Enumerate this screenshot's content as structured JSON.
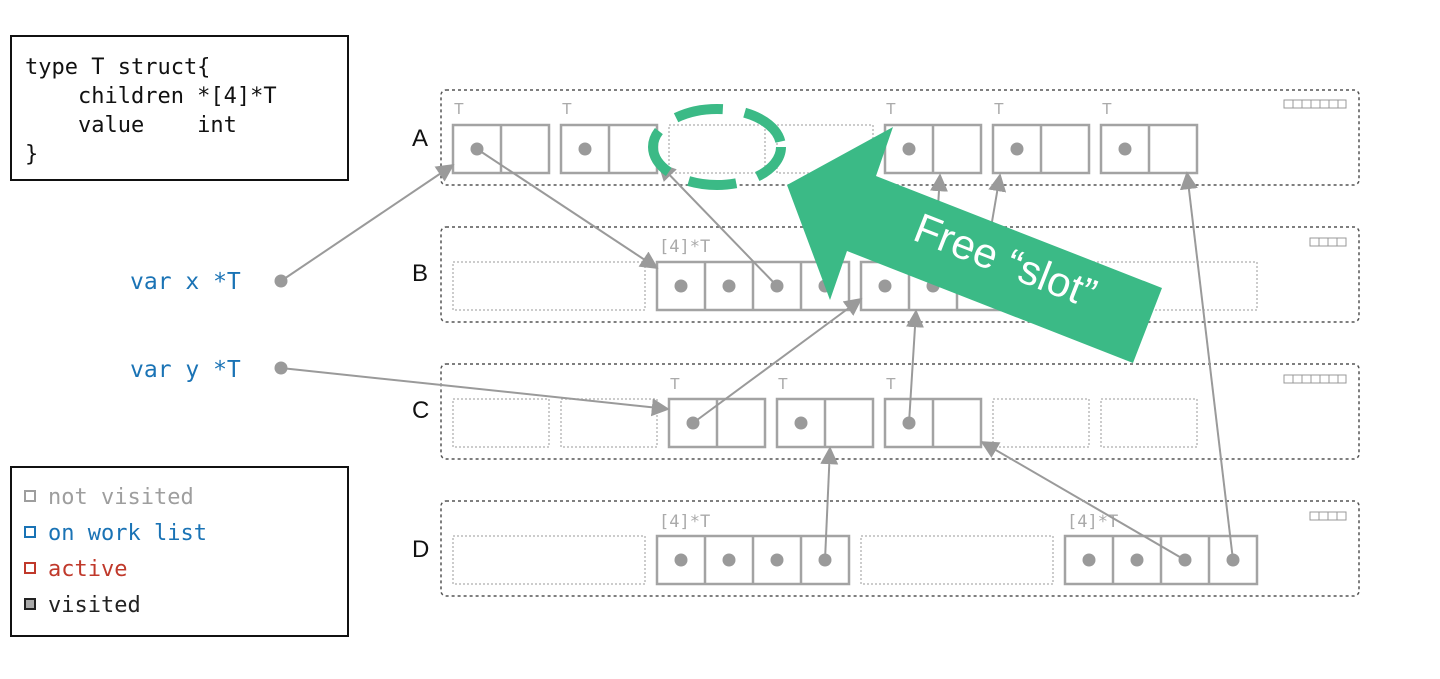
{
  "code": {
    "lines": [
      "type T struct{",
      "    children *[4]*T",
      "    value    int",
      "}"
    ]
  },
  "vars": [
    {
      "label": "var x *T"
    },
    {
      "label": "var y *T"
    }
  ],
  "spans": [
    {
      "label": "A",
      "type_labels": [
        "T",
        "T",
        "T",
        "T",
        "T"
      ]
    },
    {
      "label": "B",
      "type_labels": [
        "[4]*T"
      ]
    },
    {
      "label": "C",
      "type_labels": [
        "T",
        "T",
        "T"
      ]
    },
    {
      "label": "D",
      "type_labels": [
        "[4]*T",
        "[4]*T"
      ]
    }
  ],
  "callout": {
    "text": "Free “slot”"
  },
  "legend": {
    "items": [
      {
        "label": "not visited",
        "color": "#9e9e9e"
      },
      {
        "label": "on work list",
        "color": "#1a73b5"
      },
      {
        "label": "active",
        "color": "#c0392b"
      },
      {
        "label": "visited",
        "color": "#222222"
      }
    ]
  },
  "colors": {
    "object_border": "#a3a3a3",
    "pointer_dot": "#9a9a9a",
    "arrow": "#9a9a9a",
    "var_text": "#1a73b5",
    "highlight_green": "#3bba86",
    "span_border": "#555555"
  }
}
